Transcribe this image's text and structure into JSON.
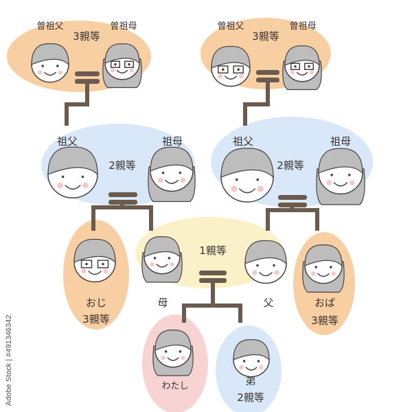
{
  "colors": {
    "third_degree": "#f8cfa3",
    "second_degree": "#d8e8f8",
    "first_degree": "#fbf1c8",
    "self": "#f7d3d3",
    "line": "#6b5a4e",
    "hair": "#bdbdbd"
  },
  "great_grandparents_left": {
    "grandfather": "曽祖父",
    "grandmother": "曽祖母",
    "degree": "3親等"
  },
  "great_grandparents_right": {
    "grandfather": "曽祖父",
    "grandmother": "曽祖母",
    "degree": "3親等"
  },
  "grandparents_left": {
    "grandfather": "祖父",
    "grandmother": "祖母",
    "degree": "2親等"
  },
  "grandparents_right": {
    "grandfather": "祖父",
    "grandmother": "祖母",
    "degree": "2親等"
  },
  "parents": {
    "mother": "母",
    "father": "父",
    "degree": "1親等"
  },
  "uncle": {
    "label": "おじ",
    "degree": "3親等"
  },
  "aunt": {
    "label": "おば",
    "degree": "3親等"
  },
  "self": {
    "label": "わたし"
  },
  "brother": {
    "label": "弟",
    "degree": "2親等"
  },
  "watermark": "Adobe Stock | #491346342"
}
